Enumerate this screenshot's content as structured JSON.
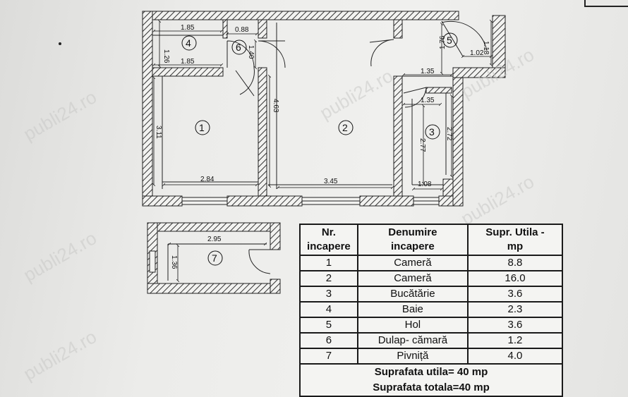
{
  "rooms": [
    {
      "number": "1",
      "name": "Cameră",
      "area": "8.8"
    },
    {
      "number": "2",
      "name": "Cameră",
      "area": "16.0"
    },
    {
      "number": "3",
      "name": "Bucătărie",
      "area": "3.6"
    },
    {
      "number": "4",
      "name": "Baie",
      "area": "2.3"
    },
    {
      "number": "5",
      "name": "Hol",
      "area": "3.6"
    },
    {
      "number": "6",
      "name": "Dulap- cămară",
      "area": "1.2"
    },
    {
      "number": "7",
      "name": "Pivniță",
      "area": "4.0"
    }
  ],
  "table": {
    "header_nr_line1": "Nr.",
    "header_nr_line2": "incapere",
    "header_name_line1": "Denumire",
    "header_name_line2": "incapere",
    "header_area_line1": "Supr. Utila -",
    "header_area_line2": "mp",
    "footer_useful": "Suprafata utila= 40 mp",
    "footer_total": "Suprafata totala=40 mp"
  },
  "dimensions": {
    "d_1_85_top": "1.85",
    "d_0_88": "0.88",
    "d_1_26": "1.26",
    "d_1_40": "1.40",
    "d_1_85_bottom": "1.85",
    "d_4_63": "4.63",
    "d_3_11": "3.11",
    "d_2_84": "2.84",
    "d_3_45": "3.45",
    "d_1_76": "1.76",
    "d_1_02": "1.02",
    "d_1_18": "1.18",
    "d_1_35_a": "1.35",
    "d_1_35_b": "1.35",
    "d_2_77": "2.77",
    "d_2_72": "2.72",
    "d_1_08": "1.08",
    "d_2_95": "2.95",
    "d_1_36": "1.36"
  },
  "watermark": "publi24.ro"
}
